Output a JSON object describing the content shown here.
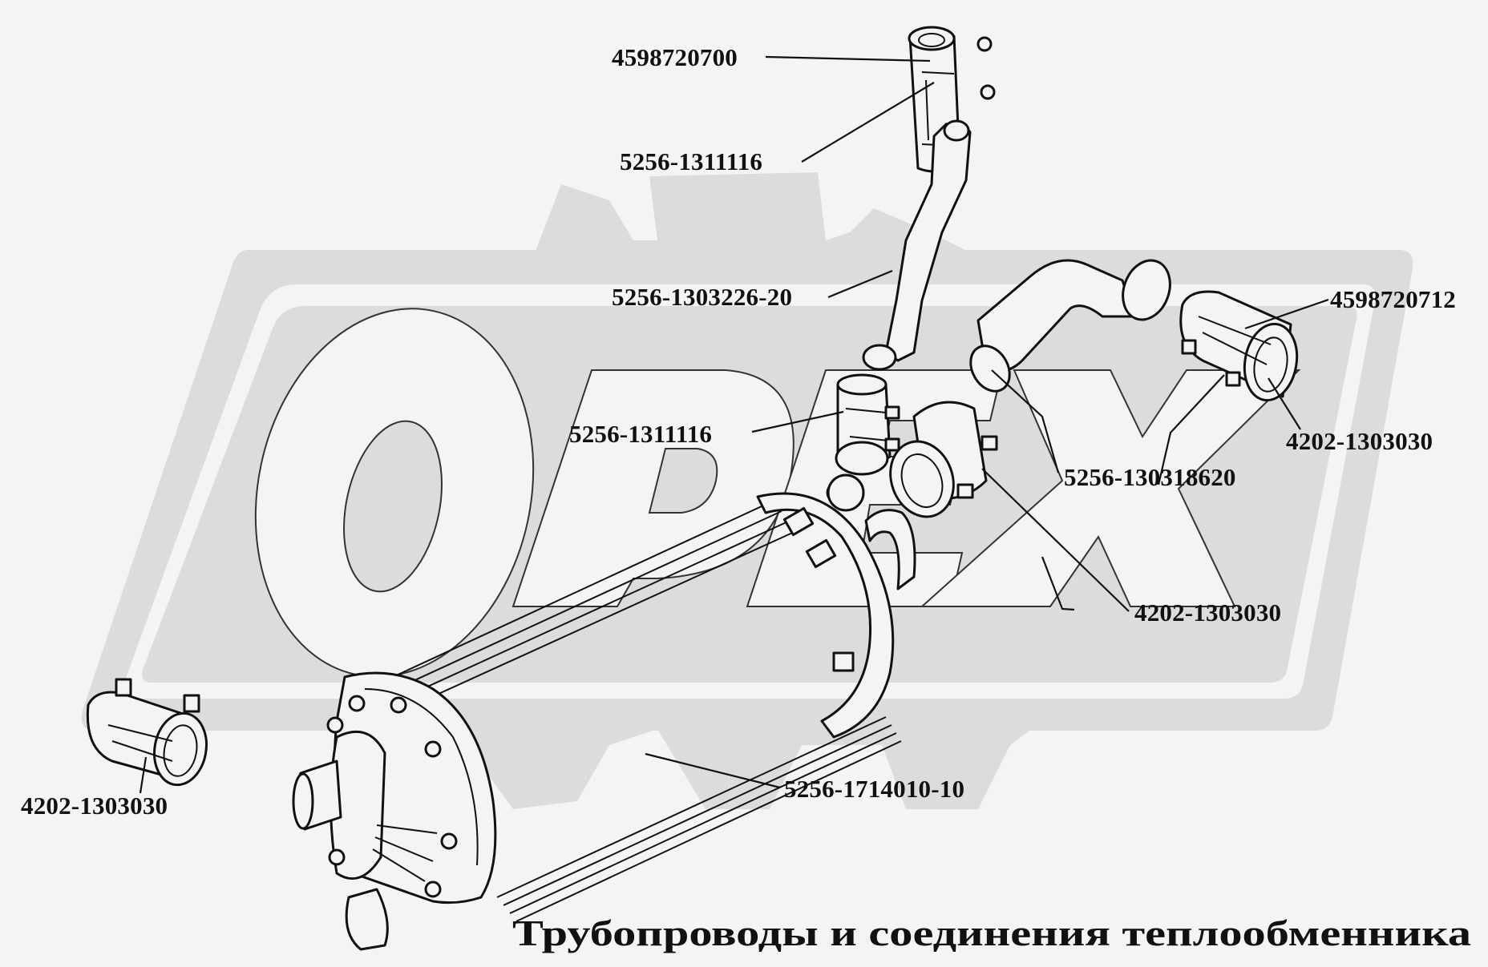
{
  "diagram": {
    "title": "Трубопроводы и соединения теплообменника",
    "watermark_text": "ОРЕХ",
    "colors": {
      "background": "#f4f4f2",
      "watermark_gray": "#dcdcdc",
      "ink": "#111111"
    },
    "callouts": [
      {
        "id": "clamp-top",
        "part_number": "4598720700"
      },
      {
        "id": "hose-top",
        "part_number": "5256-1311116"
      },
      {
        "id": "pipe-bent",
        "part_number": "5256-1303226-20"
      },
      {
        "id": "clamp-right",
        "part_number": "4598720712"
      },
      {
        "id": "hose-mid",
        "part_number": "5256-1311116"
      },
      {
        "id": "clamp-right-lower",
        "part_number": "4202-1303030"
      },
      {
        "id": "pipe-elbow",
        "part_number": "5256-130318620"
      },
      {
        "id": "clamp-center",
        "part_number": "4202-1303030"
      },
      {
        "id": "clamp-left",
        "part_number": "4202-1303030"
      },
      {
        "id": "heat-exchanger",
        "part_number": "5256-1714010-10"
      }
    ]
  }
}
